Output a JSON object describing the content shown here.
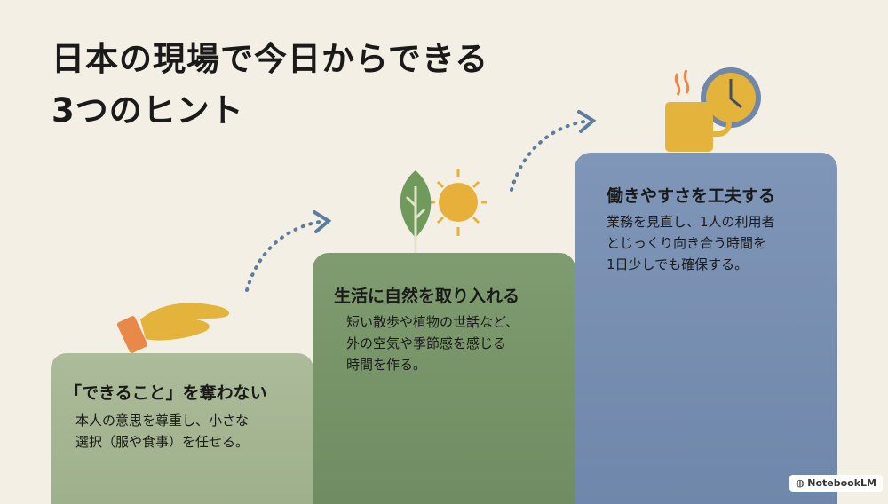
{
  "title_lines": [
    "日本の現場で今日からできる",
    "3つのヒント"
  ],
  "steps": [
    {
      "title": "「できること」を奪わない",
      "body": "本人の意思を尊重し、小さな\n選択（服や食事）を任せる。",
      "icon": "hand-icon"
    },
    {
      "title": "生活に自然を取り入れる",
      "body": "短い散歩や植物の世話など、\n外の空気や季節感を感じる\n時間を作る。",
      "icon": "leaf-sun-icon"
    },
    {
      "title": "働きやすさを工夫する",
      "body": "業務を見直し、1人の利用者\nとじっくり向き合う時間を\n1日少しでも確保する。",
      "icon": "mug-clock-icon"
    }
  ],
  "badge": "NotebookLM",
  "colors": {
    "background": "#f3efe5",
    "step1": "#a6b693",
    "step2": "#7a976c",
    "step3": "#7990b3",
    "accent_yellow": "#e3b33c",
    "arrow": "#5d7d9e"
  }
}
